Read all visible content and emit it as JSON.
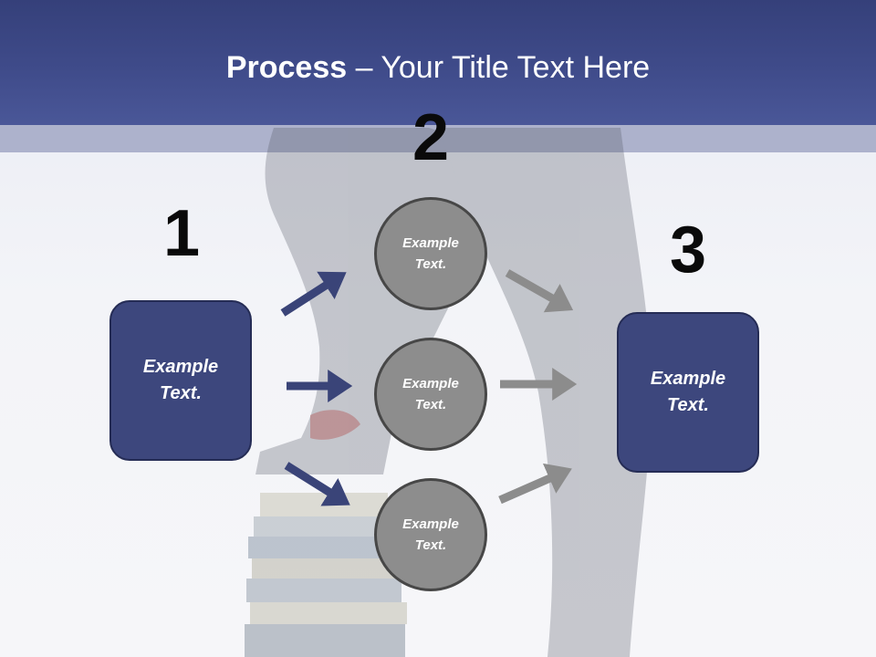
{
  "title": {
    "bold": "Process",
    "separator": " – ",
    "rest": "Your Title Text Here"
  },
  "steps": [
    {
      "number": "1",
      "text": "Example Text."
    },
    {
      "number": "2",
      "texts": [
        "Example Text.",
        "Example Text.",
        "Example Text."
      ]
    },
    {
      "number": "3",
      "text": "Example Text."
    }
  ],
  "colors": {
    "header": "#3f4b8a",
    "box": "#3d477d",
    "circle": "#8d8d8d",
    "arrow_blue": "#3a4478",
    "arrow_gray": "#8c8c8c"
  },
  "icons": {
    "arrow": "arrow-right-icon"
  }
}
